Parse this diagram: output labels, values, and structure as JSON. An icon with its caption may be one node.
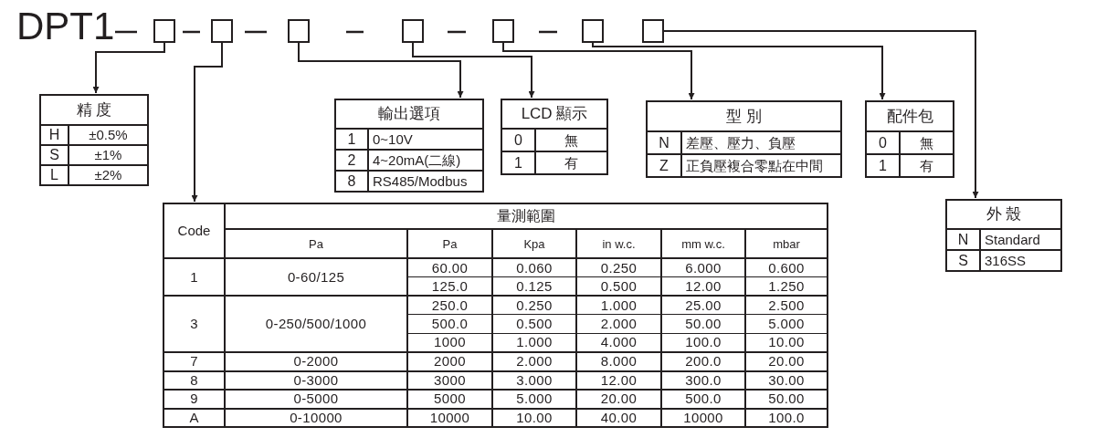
{
  "diagram": {
    "nodes": [
      {
        "text": [],
        "shape": "box"
      },
      {
        "text": [],
        "shape": "box"
      },
      {
        "text": [],
        "shape": "box"
      },
      {
        "text": [],
        "shape": "box"
      },
      {
        "text": [],
        "shape": "box"
      },
      {
        "text": [],
        "shape": "box"
      },
      {
        "text": [],
        "shape": "box"
      },
      {
        "text": [
          "精 度",
          "H",
          "±0.5%",
          "S",
          "±1%",
          "L",
          "±2%"
        ]
      },
      {
        "text": [
          "Code",
          "量測範圍",
          "Pa",
          "Pa",
          "Kpa",
          "in w.c.",
          "mm w.c.",
          "mbar",
          "1",
          "0-60/125",
          "60.00",
          "0.060",
          "0.250",
          "6.000",
          "0.600",
          "125.0",
          "0.125",
          "0.500",
          "12.00",
          "1.250",
          "3",
          "0-250/500/1000",
          "250.0",
          "0.250",
          "1.000",
          "25.00",
          "2.500",
          "500.0",
          "0.500",
          "2.000",
          "50.00",
          "5.000",
          "1000",
          "1.000",
          "4.000",
          "100.0",
          "10.00",
          "7",
          "0-2000",
          "2000",
          "2.000",
          "8.000",
          "200.0",
          "20.00",
          "8",
          "0-3000",
          "3000",
          "3.000",
          "12.00",
          "300.0",
          "30.00",
          "9",
          "0-5000",
          "5000",
          "5.000",
          "20.00",
          "500.0",
          "50.00",
          "A",
          "0-10000",
          "10000",
          "10.00",
          "40.00",
          "10000",
          "100.0"
        ]
      },
      {
        "text": [
          "輸出選項",
          "1",
          "0~10V",
          "2",
          "4~20mA(二線)",
          "8",
          "RS485/Modbus"
        ]
      },
      {
        "text": [
          "LCD 顯示",
          "0",
          "無",
          "1",
          "有"
        ]
      },
      {
        "text": [
          "型 別",
          "N",
          "差壓、壓力、負壓",
          "Z",
          "正負壓複合零點在中間"
        ]
      },
      {
        "text": [
          "配件包",
          "0",
          "無",
          "1",
          "有"
        ]
      },
      {
        "text": [
          "外 殼",
          "N",
          "Standard",
          "S",
          "316SS"
        ]
      }
    ],
    "edges": [
      {
        "from": 0,
        "to": 7,
        "arrow": "to"
      },
      {
        "from": 1,
        "to": 8,
        "arrow": "to"
      },
      {
        "from": 2,
        "to": 9,
        "arrow": "to"
      },
      {
        "from": 3,
        "to": 10,
        "arrow": "to"
      },
      {
        "from": 4,
        "to": 11,
        "arrow": "to"
      },
      {
        "from": 5,
        "to": 12,
        "arrow": "to"
      },
      {
        "from": 6,
        "to": 13,
        "arrow": "to"
      }
    ],
    "labels": [
      "DPT1"
    ]
  }
}
